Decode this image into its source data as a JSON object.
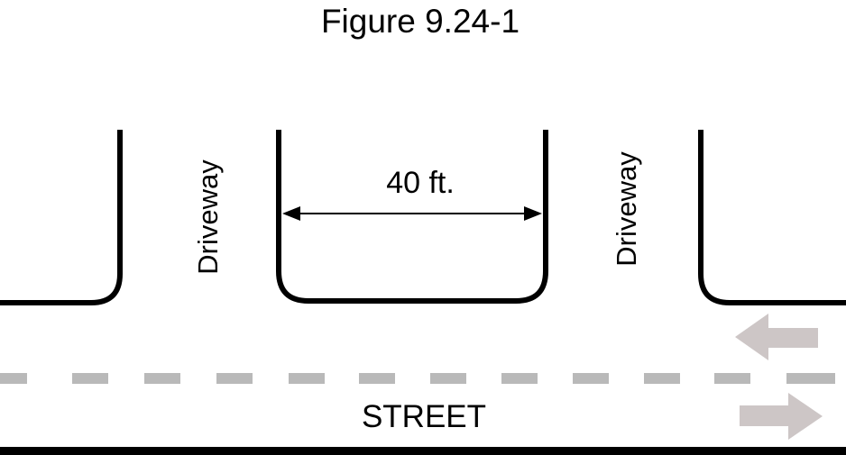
{
  "title": "Figure 9.24-1",
  "dimension_label": "40 ft.",
  "driveway_left_label": "Driveway",
  "driveway_right_label": "Driveway",
  "street_label": "STREET",
  "colors": {
    "line": "#000000",
    "lane_dash": "#b9b9b9",
    "arrow": "#cdc6c6",
    "background": "#ffffff"
  },
  "traffic_arrows": [
    "left-arrow",
    "right-arrow"
  ]
}
